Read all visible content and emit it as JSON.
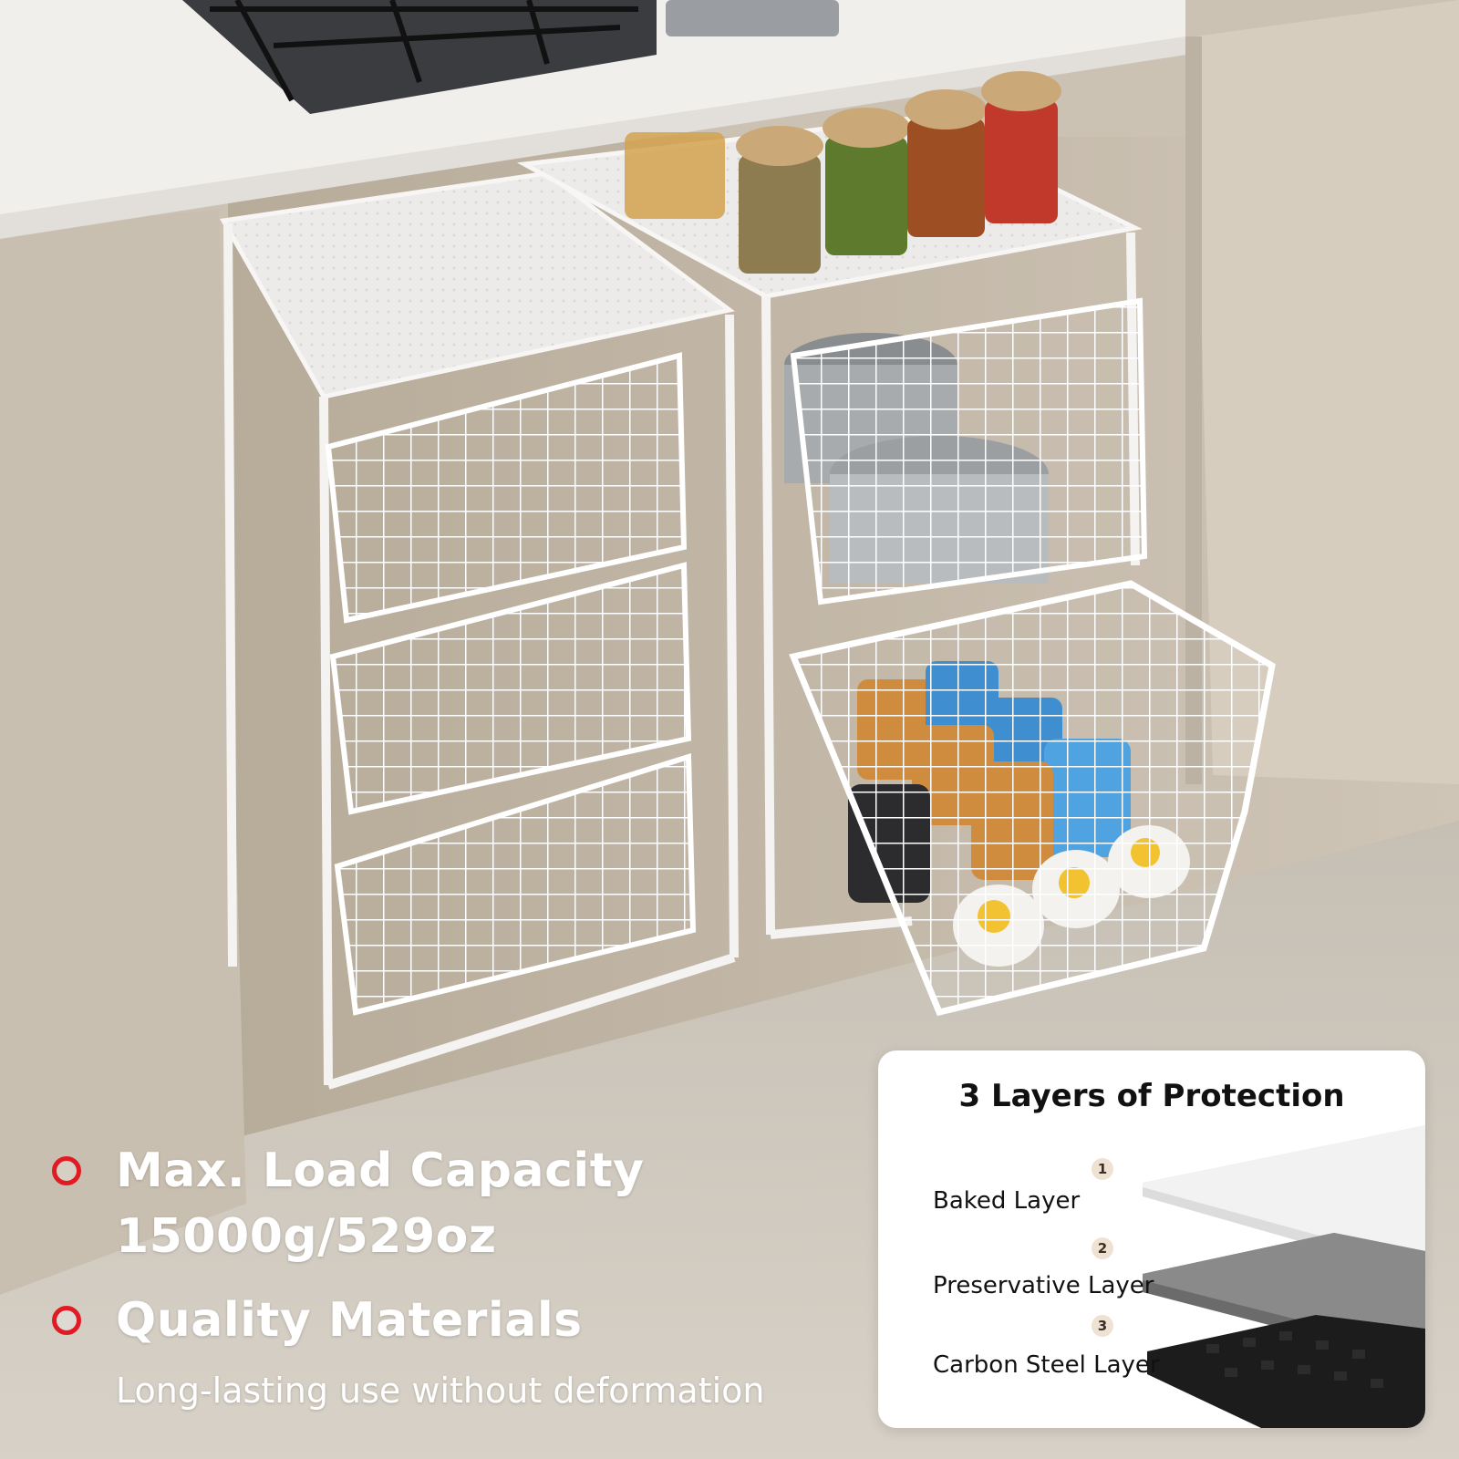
{
  "features": [
    {
      "title_line1": "Max. Load Capacity",
      "title_line2": "15000g/529oz"
    },
    {
      "title_line1": "Quality Materials",
      "subtitle": "Long-lasting use without deformation"
    }
  ],
  "protection_card": {
    "title": "3 Layers of Protection",
    "layers": [
      {
        "number": "1",
        "label": "Baked Layer"
      },
      {
        "number": "2",
        "label": "Preservative Layer"
      },
      {
        "number": "3",
        "label": "Carbon Steel Layer"
      }
    ]
  },
  "colors": {
    "bullet": "#e01b24",
    "card_bg": "#ffffff",
    "heading_text": "#ffffff",
    "card_text": "#111111"
  }
}
